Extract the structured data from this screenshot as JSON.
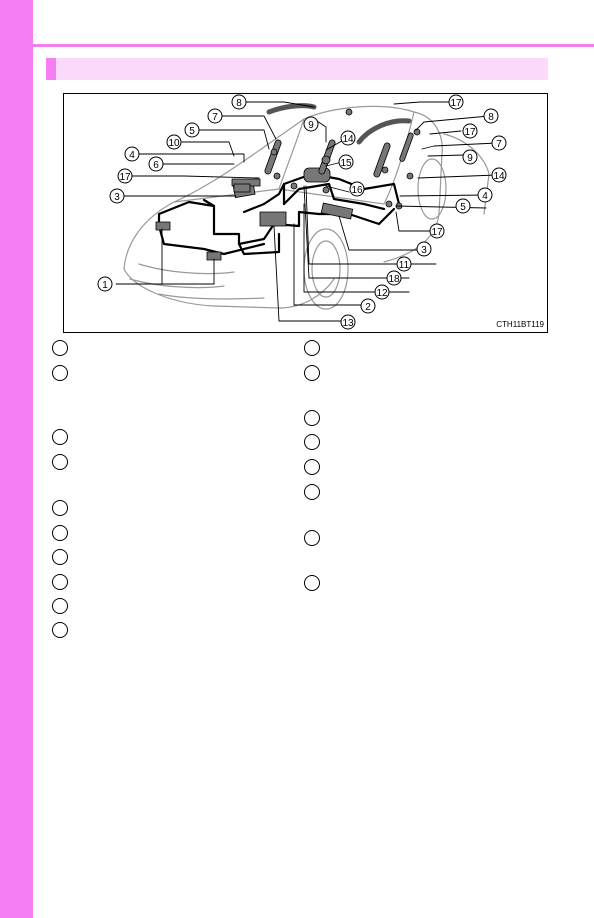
{
  "figure": {
    "code": "CTH11BT119",
    "callouts": [
      "1",
      "2",
      "3",
      "4",
      "5",
      "6",
      "7",
      "8",
      "9",
      "10",
      "11",
      "12",
      "13",
      "14",
      "15",
      "16",
      "17",
      "18"
    ]
  },
  "legend": {
    "left": [
      "",
      "",
      "",
      "",
      "",
      "",
      "",
      "",
      "",
      ""
    ],
    "right": [
      "",
      "",
      "",
      "",
      "",
      "",
      "",
      ""
    ]
  },
  "colors": {
    "accent": "#f47ef4",
    "header_fill": "#fbd9fb"
  }
}
